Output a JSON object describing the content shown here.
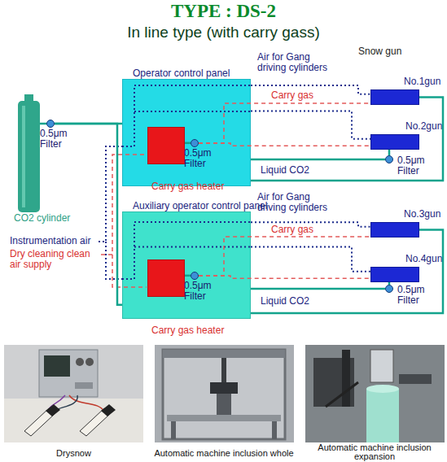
{
  "diagram": {
    "title": "TYPE : DS-2",
    "nodes": [
      {
        "text": [
          "CO2 cylinder"
        ]
      },
      {
        "text": [
          "0.5μm Filter"
        ]
      },
      {
        "text": [
          "Operator control panel"
        ]
      },
      {
        "text": [
          "Carry gas heater"
        ],
        "in": 2
      },
      {
        "text": [
          "0.5μm Filter"
        ],
        "in": 2
      },
      {
        "text": [
          "No.1gun"
        ]
      },
      {
        "text": [
          "No.2gun"
        ]
      },
      {
        "text": [
          "0.5μm Filter"
        ]
      },
      {
        "text": [
          "Auxiliary operator control panel"
        ]
      },
      {
        "text": [
          "Carry gas heater"
        ],
        "in": 8
      },
      {
        "text": [
          "0.5μm Filter"
        ],
        "in": 8
      },
      {
        "text": [
          "No.3gun"
        ]
      },
      {
        "text": [
          "No.4gun"
        ]
      },
      {
        "text": [
          "0.5μm Filter"
        ]
      }
    ],
    "edges": [
      {
        "from": 0,
        "to": 1,
        "arrow": "none"
      },
      {
        "from": 1,
        "to": 2,
        "arrow": "none"
      },
      {
        "from": 1,
        "to": 8,
        "arrow": "none"
      },
      {
        "from": 3,
        "to": 4,
        "arrow": "none"
      },
      {
        "from": 4,
        "to": 5,
        "arrow": "none"
      },
      {
        "from": 4,
        "to": 6,
        "arrow": "none"
      },
      {
        "from": 2,
        "to": 5,
        "arrow": "none"
      },
      {
        "from": 2,
        "to": 7,
        "arrow": "none"
      },
      {
        "from": 7,
        "to": 6,
        "arrow": "none"
      },
      {
        "from": 2,
        "to": 5,
        "arrow": "none"
      },
      {
        "from": 2,
        "to": 6,
        "arrow": "none"
      },
      {
        "from": 9,
        "to": 10,
        "arrow": "none"
      },
      {
        "from": 10,
        "to": 11,
        "arrow": "none"
      },
      {
        "from": 10,
        "to": 12,
        "arrow": "none"
      },
      {
        "from": 8,
        "to": 11,
        "arrow": "none"
      },
      {
        "from": 8,
        "to": 13,
        "arrow": "none"
      },
      {
        "from": 13,
        "to": 12,
        "arrow": "none"
      },
      {
        "from": 8,
        "to": 11,
        "arrow": "none"
      },
      {
        "from": 8,
        "to": 12,
        "arrow": "none"
      }
    ],
    "labels": [
      "In line type (with carry gass)",
      "Snow gun",
      "Air for Gang driving cylinders",
      "Carry gas",
      "Liquid CO2",
      "Air for Gang driving cylinders",
      "Carry gas",
      "Instrumentation air",
      "Dry cleaning clean air supply",
      "Liquid CO2",
      "Drysnow",
      "Automatic machine inclusion whole",
      "Automatic machine inclusion expansion"
    ]
  }
}
